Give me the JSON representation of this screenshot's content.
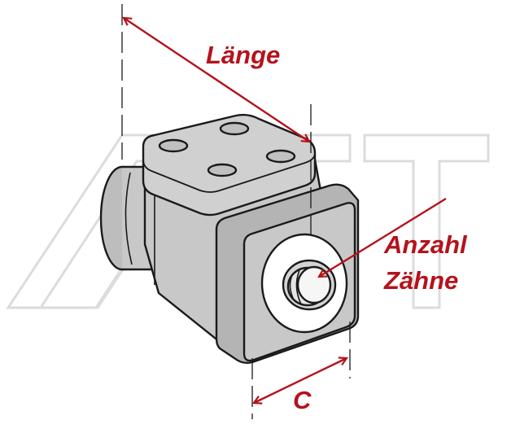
{
  "labels": {
    "length": "Länge",
    "teeth_line1": "Anzahl",
    "teeth_line2": "Zähne",
    "dimension_c": "C"
  },
  "colors": {
    "annotation": "#b5121b",
    "body_fill": "#c8c8c8",
    "body_dark": "#a9a9a9",
    "outline": "#1a1a1a",
    "watermark": "#dcdcdc"
  },
  "watermark": {
    "text": "AET"
  }
}
